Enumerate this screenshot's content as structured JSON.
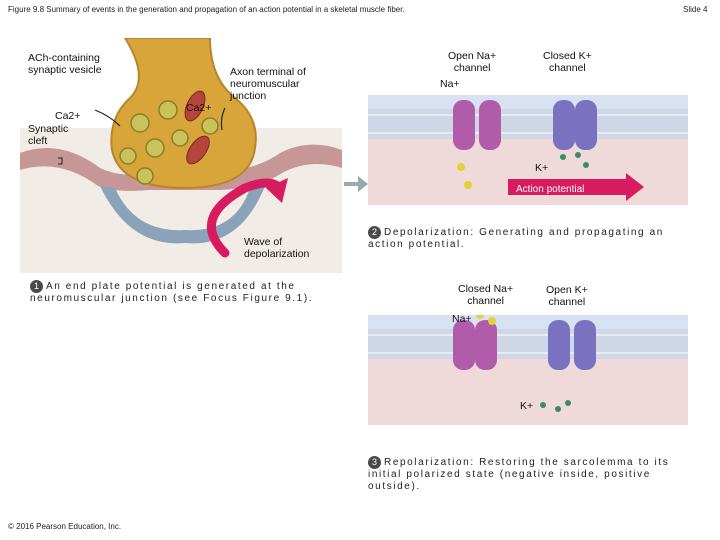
{
  "header": {
    "figure_title": "Figure 9.8 Summary of events in the generation and propagation of an action potential in a skeletal muscle fiber.",
    "slide_label": "Slide 4"
  },
  "panel1": {
    "ach_vesicle": [
      "ACh-containing",
      "synaptic vesicle"
    ],
    "ca_left": "Ca2+",
    "synaptic_cleft": [
      "Synaptic",
      "cleft"
    ],
    "axon_terminal": [
      "Axon terminal of",
      "neuromuscular",
      "junction"
    ],
    "ca_center": "Ca2+",
    "wave": [
      "Wave of",
      "depolarization"
    ],
    "step_number": "1",
    "caption": [
      "An end plate potential is generated at the",
      "neuromuscular junction (see Focus Figure 9.1)."
    ]
  },
  "panel2": {
    "open_na": [
      "Open Na+",
      "channel"
    ],
    "na_ion": "Na+",
    "closed_k": [
      "Closed K+",
      "channel"
    ],
    "k_ion": "K+",
    "action_potential": "Action potential",
    "step_number": "2",
    "caption": [
      "Depolarization: Generating and propagating an",
      "action potential."
    ]
  },
  "panel3": {
    "closed_na": [
      "Closed Na+",
      "channel"
    ],
    "open_k": [
      "Open K+",
      "channel"
    ],
    "na_ion": "Na+",
    "k_ion": "K+",
    "step_number": "3",
    "caption": [
      "Repolarization: Restoring the sarcolemma to its",
      "initial polarized state (negative inside, positive",
      "outside)."
    ]
  },
  "footer": {
    "copyright": "© 2016 Pearson Education, Inc."
  },
  "colors": {
    "membrane_top": "#d8e2f2",
    "membrane_bottom": "#f0d9d9",
    "na_channel": "#b05ca8",
    "k_channel": "#7a72c0",
    "ap_arrow": "#d81b5f",
    "axon": "#d7a53a"
  }
}
